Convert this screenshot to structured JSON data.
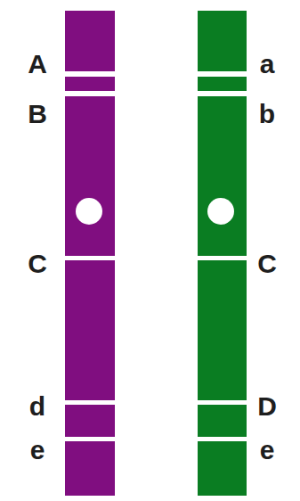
{
  "diagram": {
    "labels": [
      "A",
      "B",
      "C",
      "d",
      "e",
      "a",
      "b",
      "C",
      "D",
      "e"
    ]
  }
}
